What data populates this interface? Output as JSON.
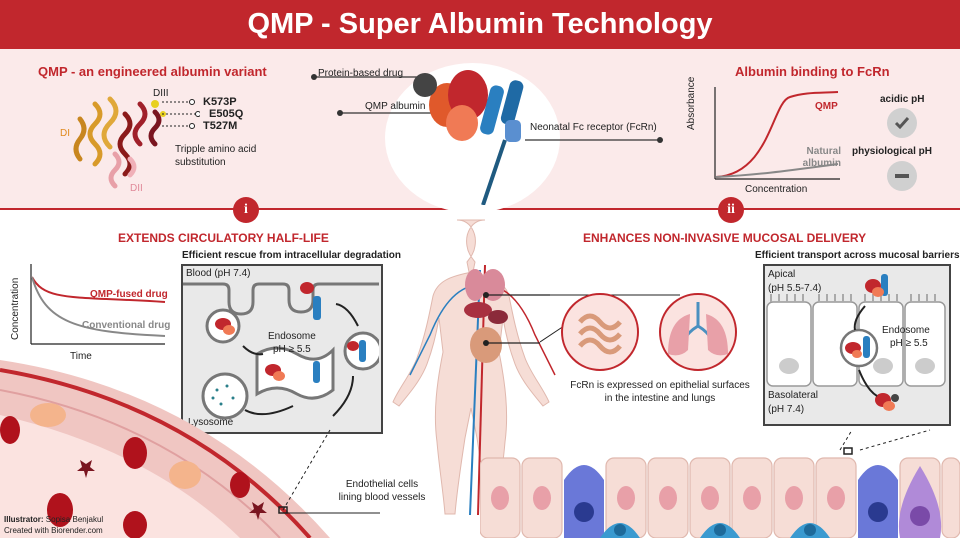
{
  "header": {
    "title": "QMP - Super Albumin Technology"
  },
  "top_left": {
    "title": "QMP - an engineered albumin variant",
    "domain_labels": [
      "DI",
      "DII",
      "DIII"
    ],
    "mutations": [
      "K573P",
      "E505Q",
      "T527M"
    ],
    "substitution_note": "Tripple amino acid substitution"
  },
  "top_center": {
    "labels": [
      "Protein-based drug",
      "QMP albumin",
      "Neonatal Fc receptor (FcRn)"
    ]
  },
  "top_right": {
    "title": "Albumin binding to FcRn",
    "y_label": "Absorbance",
    "x_label": "Concentration",
    "series_labels": [
      "QMP",
      "Natural albumin"
    ],
    "ph_labels": [
      "acidic pH",
      "physiological pH"
    ],
    "colors": {
      "qmp": "#c1272d",
      "natural": "#888888",
      "check_icon": "#555555"
    }
  },
  "section_i": {
    "badge": "i",
    "title": "EXTENDS CIRCULATORY HALF-LIFE",
    "graph": {
      "y_label": "Concentration",
      "x_label": "Time",
      "series": [
        "QMP-fused drug",
        "Conventional drug"
      ]
    },
    "box_title": "Efficient rescue from intracellular degradation",
    "blood_label": "Blood (pH 7.4)",
    "endosome_label": "Endosome",
    "endosome_ph": "pH ≥ 5.5",
    "lysosome_label": "Lysosome",
    "endothelial_label": "Endothelial cells lining blood vessels"
  },
  "section_ii": {
    "badge": "ii",
    "title": "ENHANCES NON-INVASIVE MUCOSAL DELIVERY",
    "box_title": "Efficient transport across mucosal barriers",
    "apical_label": "Apical",
    "apical_ph": "(pH 5.5-7.4)",
    "endosome_label": "Endosome",
    "endosome_ph": "pH ≥ 5.5",
    "basolateral_label": "Basolateral",
    "basolateral_ph": "(pH 7.4)",
    "fcrn_note": "FcRn is expressed on epithelial surfaces in the intestine and lungs"
  },
  "credits": {
    "illustrator_prefix": "Illustrator:",
    "illustrator_name": "Sopisa Benjakul",
    "created_with": "Created with Biorender.com"
  }
}
